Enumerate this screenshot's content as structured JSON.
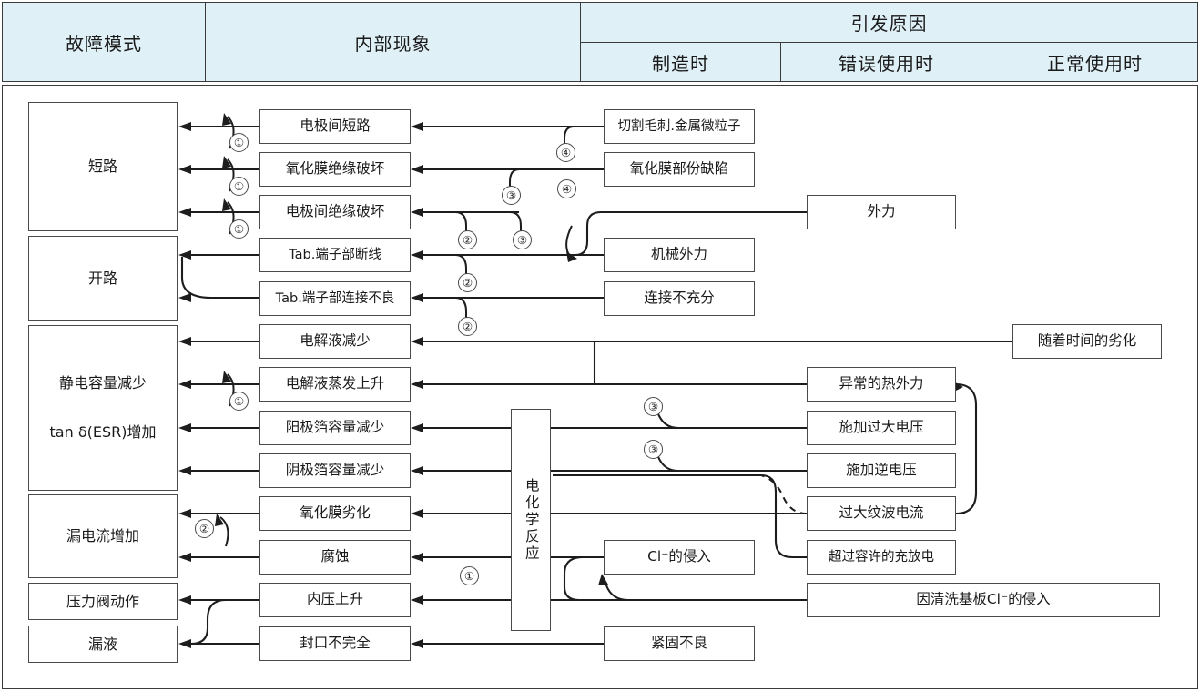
{
  "header": {
    "col_failure_mode": "故障模式",
    "col_internal": "内部现象",
    "col_causes": "引发原因",
    "sub_manufacturing": "制造时",
    "sub_misuse": "错误使用时",
    "sub_normal": "正常使用时"
  },
  "failure_modes": [
    {
      "id": "short-circuit",
      "label": "短路"
    },
    {
      "id": "open-circuit",
      "label": "开路"
    },
    {
      "id": "capacitance-drop",
      "line1": "静电容量减少",
      "line2": "tan δ(ESR)增加"
    },
    {
      "id": "leakage-current",
      "label": "漏电流增加"
    },
    {
      "id": "pressure-valve",
      "label": "压力阀动作"
    },
    {
      "id": "liquid-leak",
      "label": "漏液"
    }
  ],
  "internal_phenomena": [
    {
      "id": "inter-electrode-short",
      "label": "电极间短路"
    },
    {
      "id": "oxide-film-insulation-break",
      "label": "氧化膜绝缘破坏"
    },
    {
      "id": "inter-electrode-insulation-break",
      "label": "电极间绝缘破坏"
    },
    {
      "id": "tab-terminal-break",
      "label": "Tab.端子部断线"
    },
    {
      "id": "tab-terminal-bad-connection",
      "label": "Tab.端子部连接不良"
    },
    {
      "id": "electrolyte-decrease",
      "label": "电解液减少"
    },
    {
      "id": "electrolyte-evaporation",
      "label": "电解液蒸发上升"
    },
    {
      "id": "anode-foil-capacitance-drop",
      "label": "阳极箔容量减少"
    },
    {
      "id": "cathode-foil-capacitance-drop",
      "label": "阴极箔容量减少"
    },
    {
      "id": "oxide-film-degradation",
      "label": "氧化膜劣化"
    },
    {
      "id": "corrosion",
      "label": "腐蚀"
    },
    {
      "id": "internal-pressure-rise",
      "label": "内压上升"
    },
    {
      "id": "incomplete-sealing",
      "label": "封口不完全"
    }
  ],
  "electrochemical_reaction": "电化学反应",
  "causes_manufacturing": [
    {
      "id": "cutting-burr",
      "label": "切割毛刺.金属微粒子"
    },
    {
      "id": "oxide-film-partial-defect",
      "label": "氧化膜部份缺陷"
    },
    {
      "id": "mechanical-external-force",
      "label": "机械外力"
    },
    {
      "id": "insufficient-connection",
      "label": "连接不充分"
    },
    {
      "id": "cl-ion-intrusion",
      "label": "Cl⁻的侵入"
    },
    {
      "id": "bad-fastening",
      "label": "紧固不良"
    }
  ],
  "causes_misuse": [
    {
      "id": "external-force",
      "label": "外力"
    },
    {
      "id": "abnormal-thermal-force",
      "label": "异常的热外力"
    },
    {
      "id": "excessive-voltage",
      "label": "施加过大电压"
    },
    {
      "id": "reverse-voltage",
      "label": "施加逆电压"
    },
    {
      "id": "excessive-ripple-current",
      "label": "过大纹波电流"
    },
    {
      "id": "over-limit-charge-discharge",
      "label": "超过容许的充放电"
    },
    {
      "id": "cl-intrusion-board-cleaning",
      "label": "因清洗基板Cl⁻的侵入"
    }
  ],
  "causes_normal": [
    {
      "id": "time-degradation",
      "label": "随着时间的劣化"
    }
  ],
  "circle_markers": {
    "one": "①",
    "two": "②",
    "three": "③",
    "four": "④"
  },
  "colors": {
    "header_fill": "#dff0f7",
    "border": "#3b3b3b",
    "box_border": "#4a4a4a",
    "wire": "#1d1d1d",
    "text": "#1a1a1a"
  }
}
